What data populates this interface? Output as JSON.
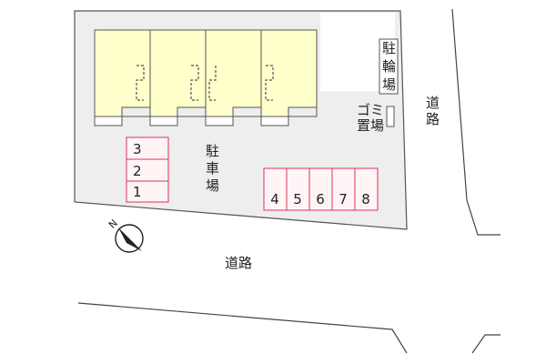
{
  "colors": {
    "lot": "#eeeeee",
    "building": "#ffffcc",
    "parking_border": "#dd3355",
    "parking_fill": "#fff4f6",
    "outline": "#555555",
    "text": "#222222"
  },
  "labels": {
    "bicycle_parking": [
      "駐",
      "輪",
      "場"
    ],
    "garbage_area": [
      "ゴミ",
      "置場"
    ],
    "parking_lot": [
      "駐",
      "車",
      "場"
    ],
    "road_right": [
      "道",
      "路"
    ],
    "road_bottom": "道路"
  },
  "parking": {
    "left_column": [
      "3",
      "2",
      "1"
    ],
    "bottom_row": [
      "4",
      "5",
      "6",
      "7",
      "8"
    ]
  },
  "compass": {
    "label": "N",
    "icon": "north-arrow-icon"
  }
}
